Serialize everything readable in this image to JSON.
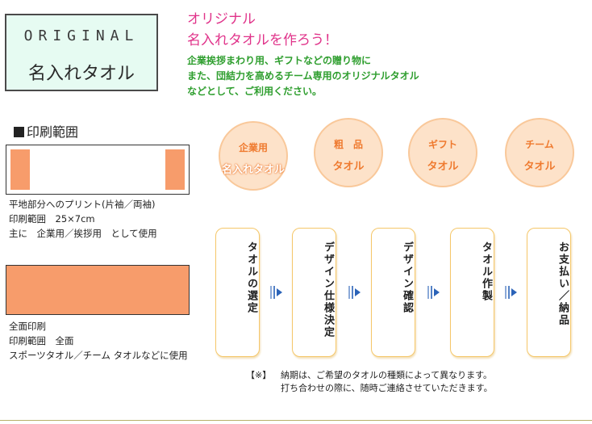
{
  "logo": {
    "en": "ORIGINAL",
    "ja": "名入れタオル"
  },
  "header": {
    "title1": "オリジナル",
    "title2": "名入れタオルを作ろう！",
    "intro": [
      "企業挨拶まわり用、ギフトなどの贈り物に",
      "また、団結力を高めるチーム専用のオリジナルタオル",
      "などとして、ご利用ください。"
    ]
  },
  "print_range": {
    "title": "印刷範囲",
    "partial": {
      "lines": [
        "平地部分へのプリント(片袖／両袖)",
        "印刷範囲　25×7cm",
        "主に　企業用／挨拶用　として使用"
      ]
    },
    "full": {
      "lines": [
        "全面印刷",
        "印刷範囲　全面",
        "スポーツタオル／チーム タオルなどに使用"
      ]
    }
  },
  "categories": [
    {
      "l1": "企業用",
      "l2": "名入れタオル"
    },
    {
      "l1": "粗　品",
      "l2": "タオル"
    },
    {
      "l1": "ギフト",
      "l2": "タオル"
    },
    {
      "l1": "チーム",
      "l2": "タオル"
    }
  ],
  "steps": [
    "タオルの選定",
    "デザイン仕様決定",
    "デザイン確認",
    "タオル作製",
    "お支払い／納品"
  ],
  "note": {
    "mark": "【※】",
    "line1": "納期は、ご希望のタオルの種類によって異なります。",
    "line2": "打ち合わせの際に、随時ご連絡させていただきます。"
  },
  "colors": {
    "accent_pink": "#e0338a",
    "accent_green": "#2e9e2e",
    "towel_orange": "#f79c6b",
    "circle_fill": "#fde2c9",
    "circle_text": "#ef7a2f",
    "step_border": "#f5c76a",
    "arrow_blue": "#2b63b8"
  }
}
